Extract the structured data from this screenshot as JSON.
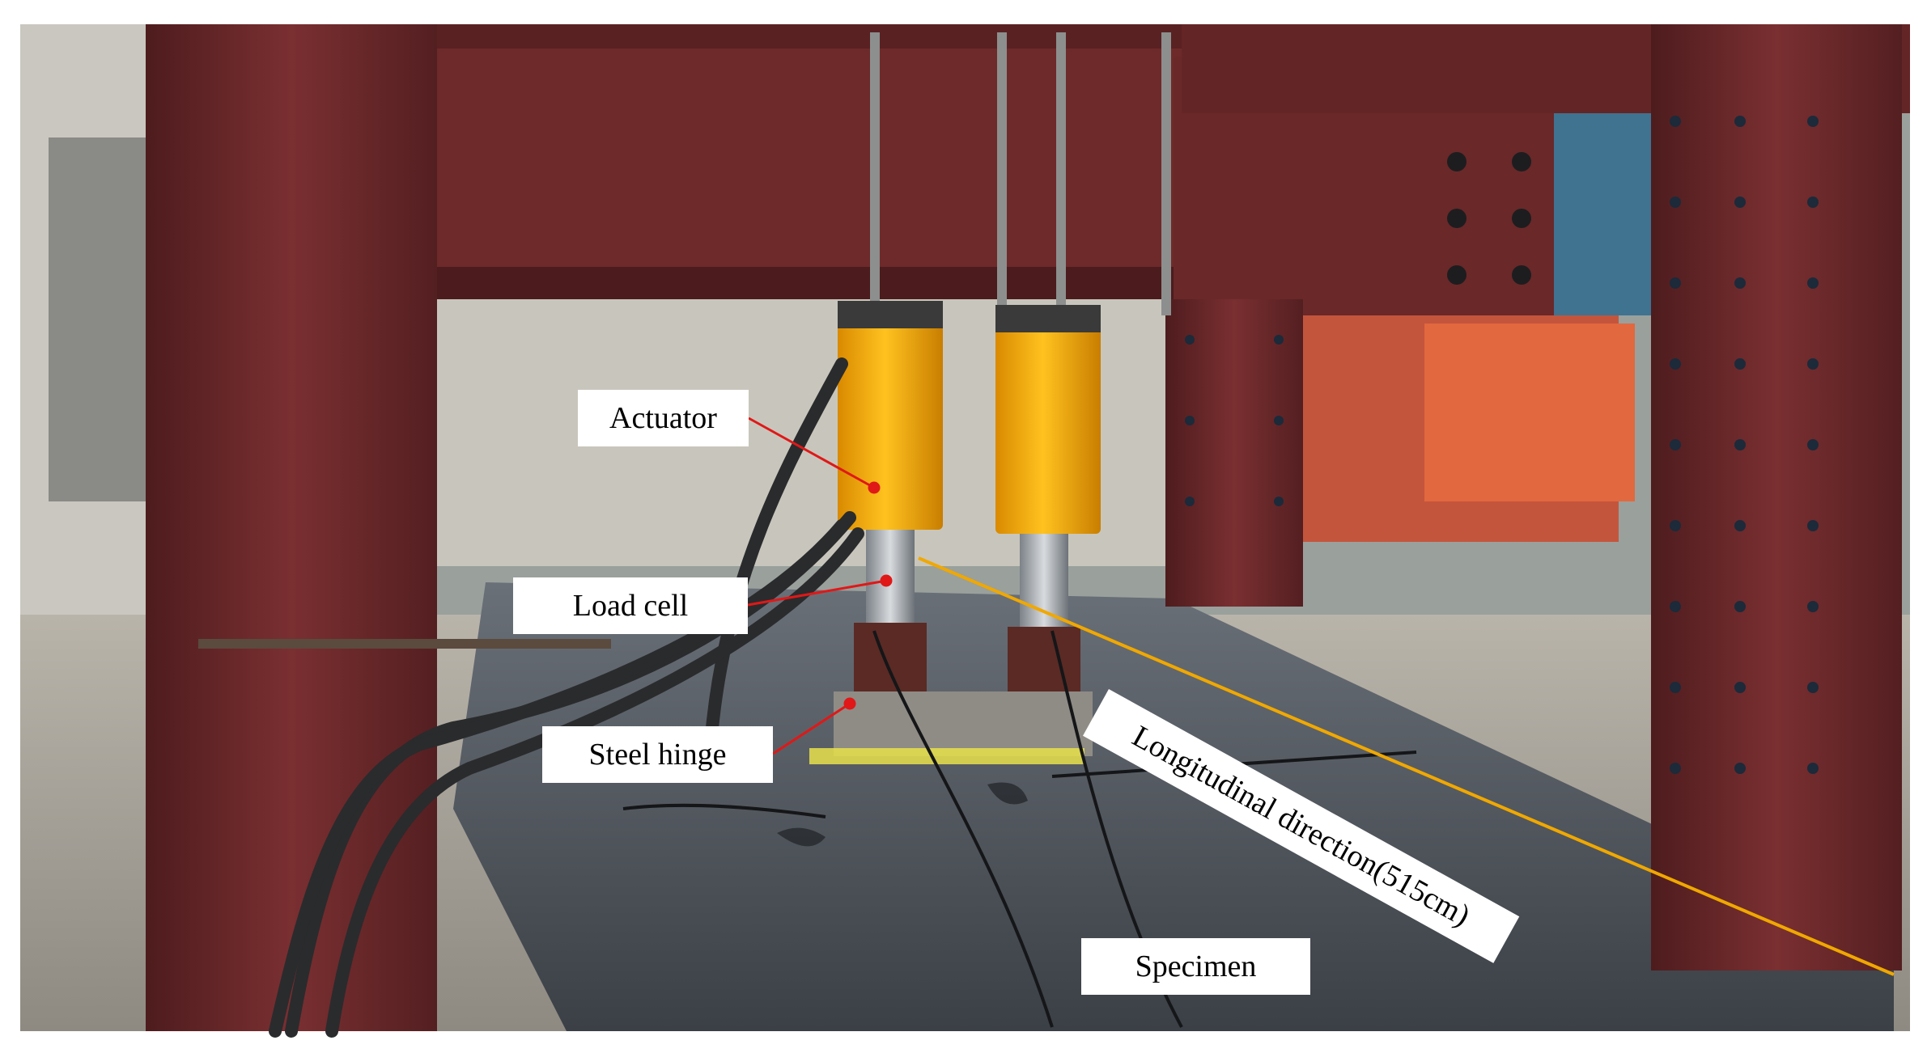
{
  "labels": {
    "actuator": "Actuator",
    "load_cell": "Load cell",
    "steel_hinge": "Steel hinge",
    "specimen": "Specimen",
    "longitudinal": "Longitudinal direction(515cm)"
  },
  "colors": {
    "frame_steel": "#6e2a2a",
    "actuator_yellow": "#f2a81a",
    "slab_concrete": "#4a4f55",
    "pointer_red": "#e01818",
    "direction_line": "#f0a800",
    "hinge_grout": "#e8e04a"
  }
}
